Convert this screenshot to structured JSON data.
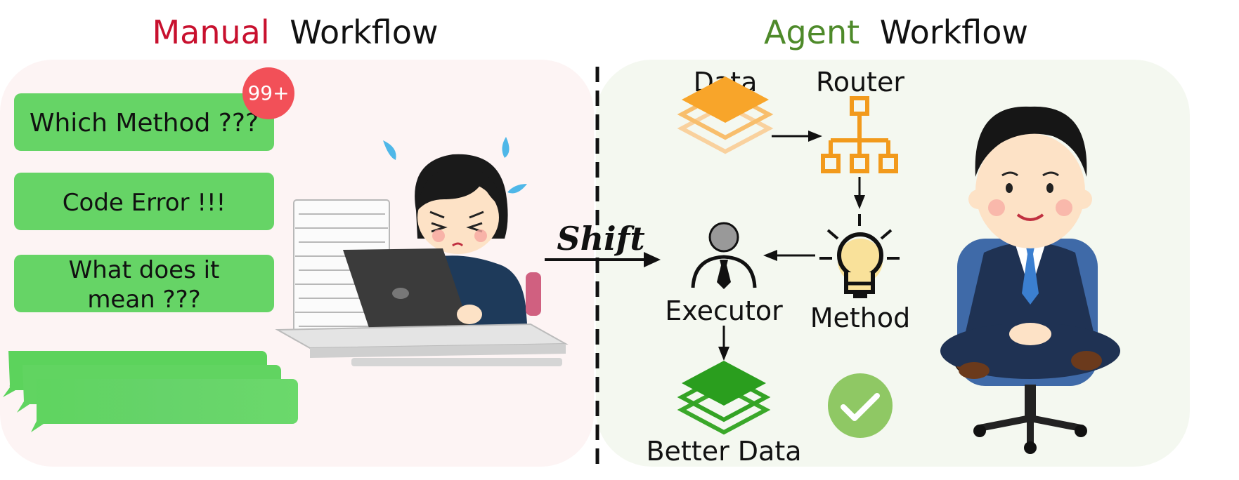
{
  "manual": {
    "title_accent": "Manual",
    "title_rest": "Workflow",
    "badge": "99+",
    "bubbles": [
      {
        "text": "Which Method ???"
      },
      {
        "text": "Code Error !!!"
      },
      {
        "line1": "What does it",
        "line2": "mean ???"
      }
    ]
  },
  "shift_label": "Shift",
  "agent": {
    "title_accent": "Agent",
    "title_rest": "Workflow",
    "labels": {
      "data": "Data",
      "router": "Router",
      "executor": "Executor",
      "method": "Method",
      "better_data": "Better Data"
    }
  },
  "colors": {
    "manual_accent": "#c8102e",
    "agent_accent": "#4e8a2a",
    "bubble_green": "#66d466",
    "badge_red": "#f25058",
    "data_orange": "#f8a52a",
    "better_data_green": "#2a9e1e",
    "check_green": "#8fc864",
    "router_orange": "#f29a1c"
  },
  "icons": [
    "stressed-worker-icon",
    "data-layers-icon",
    "router-icon",
    "executor-icon",
    "lightbulb-icon",
    "better-data-layers-icon",
    "check-icon",
    "relaxed-businessman-icon"
  ]
}
